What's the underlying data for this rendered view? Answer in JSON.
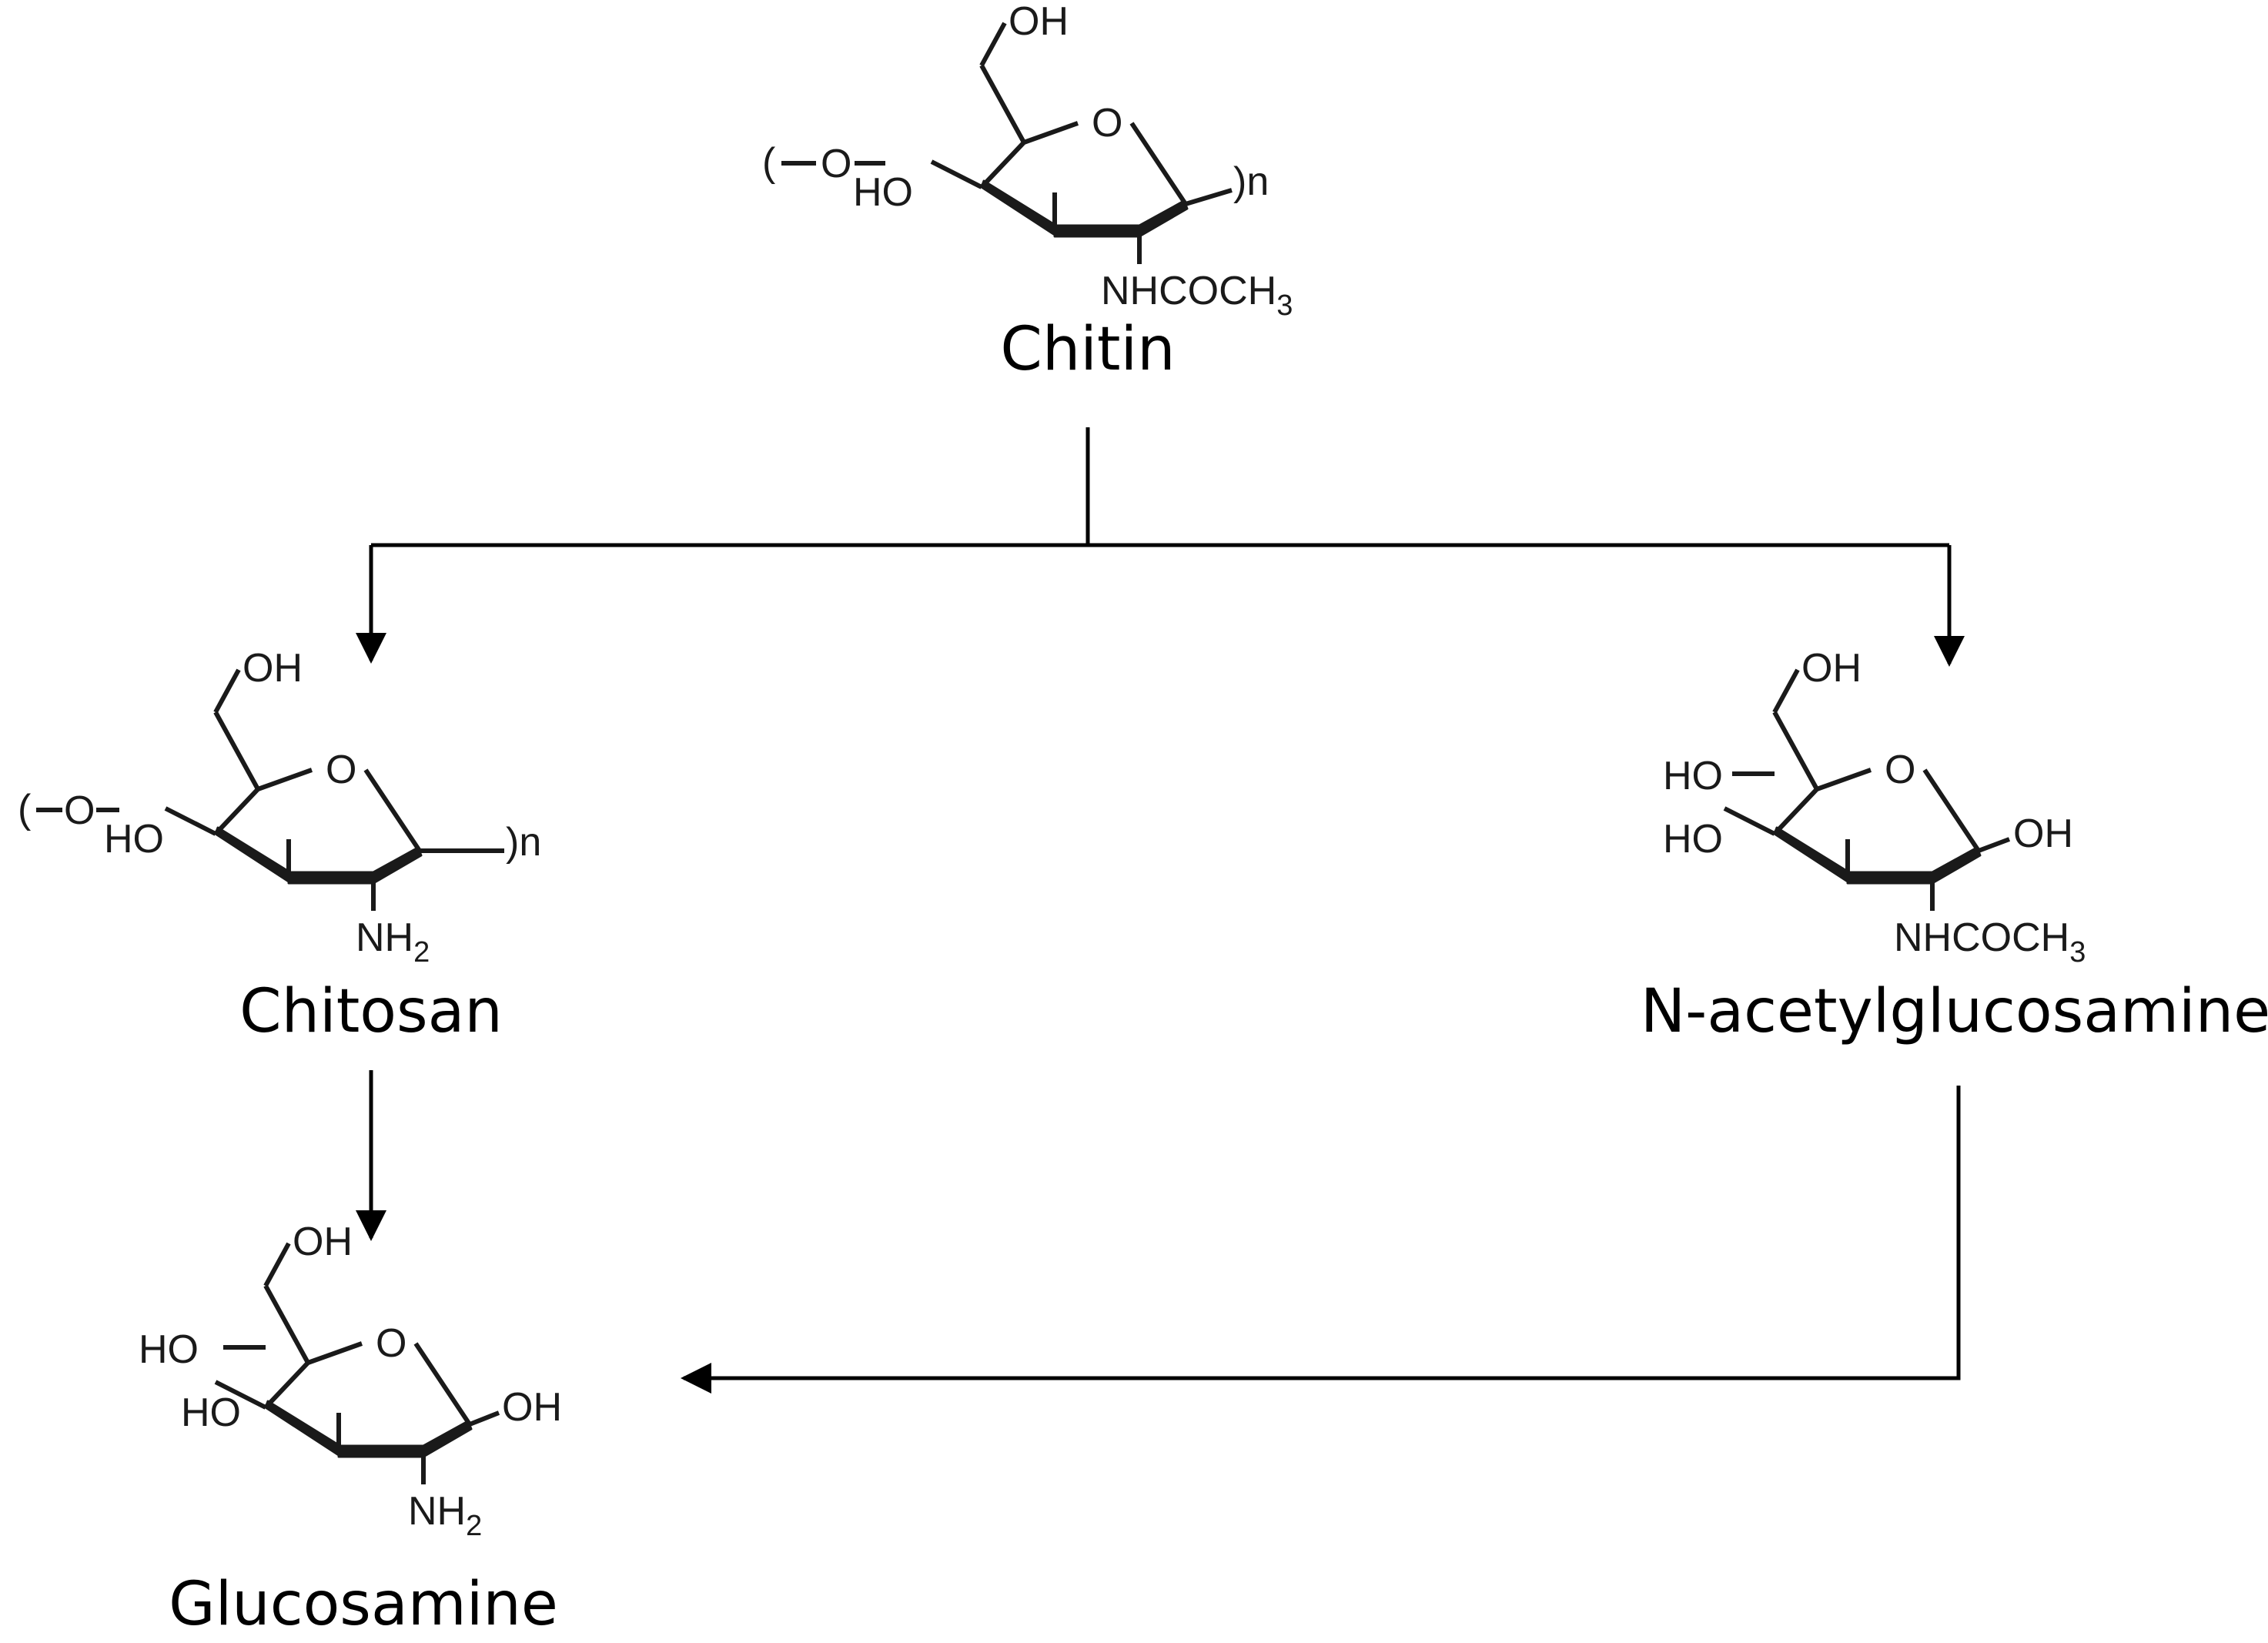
{
  "compounds": {
    "chitin": {
      "name": "Chitin",
      "labels": {
        "ch2oh": "OH",
        "ring_o": "O",
        "ho": "HO",
        "paren_open": "(",
        "link_o": "O",
        "repeat": ")n",
        "amine_main": "NHCOCH",
        "amine_sub": "3"
      }
    },
    "chitosan": {
      "name": "Chitosan",
      "labels": {
        "ch2oh": "OH",
        "ring_o": "O",
        "ho": "HO",
        "paren_open": "(",
        "link_o": "O",
        "repeat": ")n",
        "amine_main": "NH",
        "amine_sub": "2"
      }
    },
    "nag": {
      "name": "N-acetylglucosamine",
      "labels": {
        "ch2oh": "OH",
        "ring_o": "O",
        "ho4": "HO",
        "ho3": "HO",
        "oh1": "OH",
        "amine_main": "NHCOCH",
        "amine_sub": "3"
      }
    },
    "glucosamine": {
      "name": "Glucosamine",
      "labels": {
        "ch2oh": "OH",
        "ring_o": "O",
        "ho4": "HO",
        "ho3": "HO",
        "oh1": "OH",
        "amine_main": "NH",
        "amine_sub": "2"
      }
    }
  },
  "colors": {
    "ink": "#000000",
    "structure": "#1a1a1a",
    "background": "#ffffff"
  }
}
